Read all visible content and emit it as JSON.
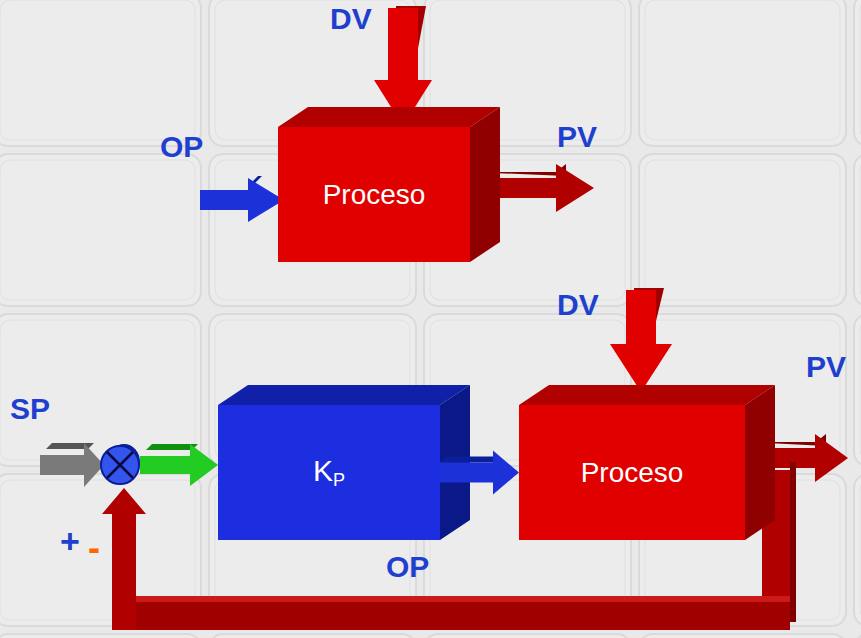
{
  "diagram": {
    "nodes": [
      {
        "text": [
          "Proceso"
        ]
      },
      {
        "text": [
          "K",
          "P"
        ]
      },
      {
        "text": [
          "Proceso"
        ]
      }
    ],
    "edges": [
      {
        "from": 1,
        "to": 2,
        "arrow": "to"
      }
    ],
    "labels": [
      "DV",
      "OP",
      "PV",
      "DV",
      "SP",
      "PV",
      "OP",
      "+",
      "-"
    ]
  }
}
